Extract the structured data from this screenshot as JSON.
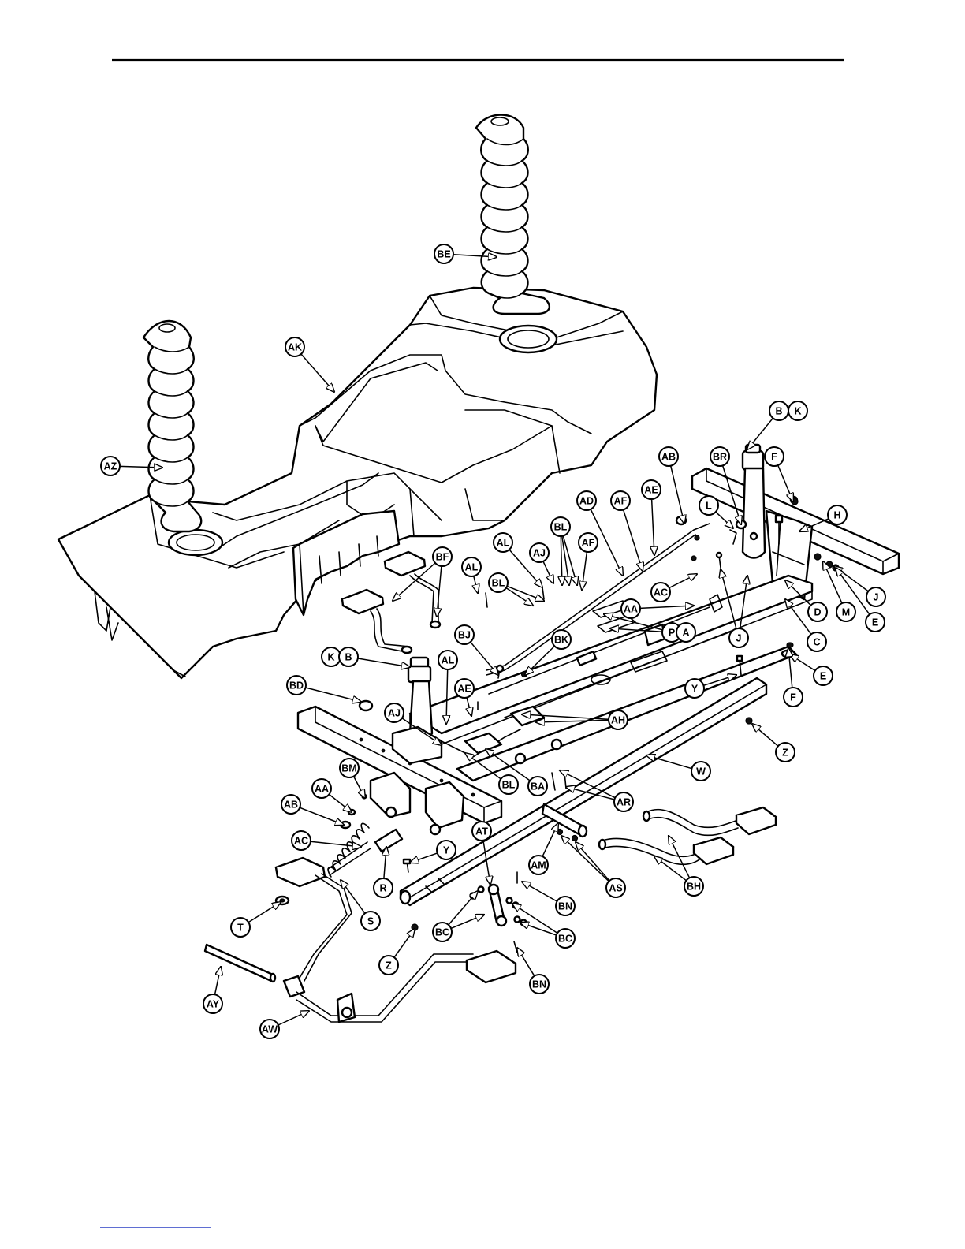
{
  "colors": {
    "ink": "#000000",
    "paper": "#ffffff",
    "footer_rule": "#2a3fc4"
  },
  "callouts": [
    {
      "id": "BE",
      "label": "BE"
    },
    {
      "id": "AK",
      "label": "AK"
    },
    {
      "id": "AZ",
      "label": "AZ"
    },
    {
      "id": "BK1",
      "label": "B"
    },
    {
      "id": "BK2",
      "label": "K"
    },
    {
      "id": "AB1",
      "label": "AB"
    },
    {
      "id": "BR",
      "label": "BR"
    },
    {
      "id": "F1",
      "label": "F"
    },
    {
      "id": "H",
      "label": "H"
    },
    {
      "id": "L",
      "label": "L"
    },
    {
      "id": "AD",
      "label": "AD"
    },
    {
      "id": "AF1",
      "label": "AF"
    },
    {
      "id": "AE1",
      "label": "AE"
    },
    {
      "id": "AL1",
      "label": "AL"
    },
    {
      "id": "AJ1",
      "label": "AJ"
    },
    {
      "id": "BL1",
      "label": "BL"
    },
    {
      "id": "AF2",
      "label": "AF"
    },
    {
      "id": "AC1",
      "label": "AC"
    },
    {
      "id": "AA1",
      "label": "AA"
    },
    {
      "id": "BF",
      "label": "BF"
    },
    {
      "id": "AL2",
      "label": "AL"
    },
    {
      "id": "BL2",
      "label": "BL"
    },
    {
      "id": "BJ",
      "label": "BJ"
    },
    {
      "id": "BK",
      "label": "BK"
    },
    {
      "id": "P",
      "label": "P"
    },
    {
      "id": "A",
      "label": "A"
    },
    {
      "id": "J1",
      "label": "J"
    },
    {
      "id": "M",
      "label": "M"
    },
    {
      "id": "E1",
      "label": "E"
    },
    {
      "id": "D",
      "label": "D"
    },
    {
      "id": "C",
      "label": "C"
    },
    {
      "id": "J2",
      "label": "J"
    },
    {
      "id": "E2",
      "label": "E"
    },
    {
      "id": "F2",
      "label": "F"
    },
    {
      "id": "K2",
      "label": "K"
    },
    {
      "id": "B2",
      "label": "B"
    },
    {
      "id": "AL3",
      "label": "AL"
    },
    {
      "id": "BD",
      "label": "BD"
    },
    {
      "id": "AE2",
      "label": "AE"
    },
    {
      "id": "AJ2",
      "label": "AJ"
    },
    {
      "id": "AH",
      "label": "AH"
    },
    {
      "id": "Y1",
      "label": "Y"
    },
    {
      "id": "Z1",
      "label": "Z"
    },
    {
      "id": "W",
      "label": "W"
    },
    {
      "id": "BL3",
      "label": "BL"
    },
    {
      "id": "BA",
      "label": "BA"
    },
    {
      "id": "BM",
      "label": "BM"
    },
    {
      "id": "AA2",
      "label": "AA"
    },
    {
      "id": "AB2",
      "label": "AB"
    },
    {
      "id": "AC2",
      "label": "AC"
    },
    {
      "id": "AR",
      "label": "AR"
    },
    {
      "id": "AT",
      "label": "AT"
    },
    {
      "id": "AM",
      "label": "AM"
    },
    {
      "id": "AS",
      "label": "AS"
    },
    {
      "id": "BH",
      "label": "BH"
    },
    {
      "id": "Y2",
      "label": "Y"
    },
    {
      "id": "R",
      "label": "R"
    },
    {
      "id": "BN1",
      "label": "BN"
    },
    {
      "id": "T",
      "label": "T"
    },
    {
      "id": "S",
      "label": "S"
    },
    {
      "id": "BC1",
      "label": "BC"
    },
    {
      "id": "BC2",
      "label": "BC"
    },
    {
      "id": "Z2",
      "label": "Z"
    },
    {
      "id": "BN2",
      "label": "BN"
    },
    {
      "id": "AY",
      "label": "AY"
    },
    {
      "id": "AW",
      "label": "AW"
    }
  ]
}
